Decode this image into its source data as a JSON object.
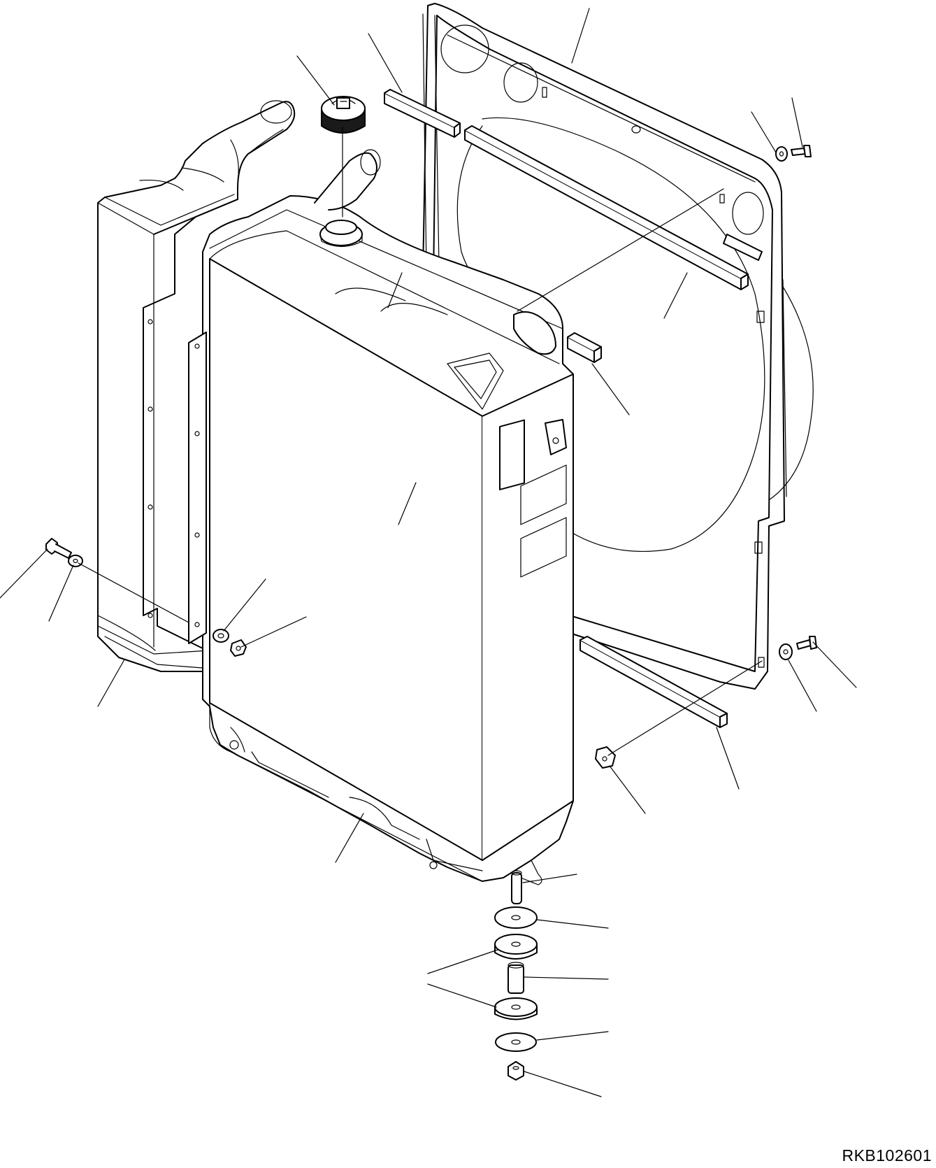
{
  "drawing": {
    "code": "RKB102601",
    "colors": {
      "line": "#000000",
      "background": "#ffffff"
    },
    "parts": [
      "intercooler",
      "radiator",
      "radiator-cap",
      "fan-shroud",
      "seal-strips",
      "mounting-bolts",
      "washers",
      "nuts",
      "rubber-mounts",
      "spacer-collar",
      "stud"
    ]
  }
}
